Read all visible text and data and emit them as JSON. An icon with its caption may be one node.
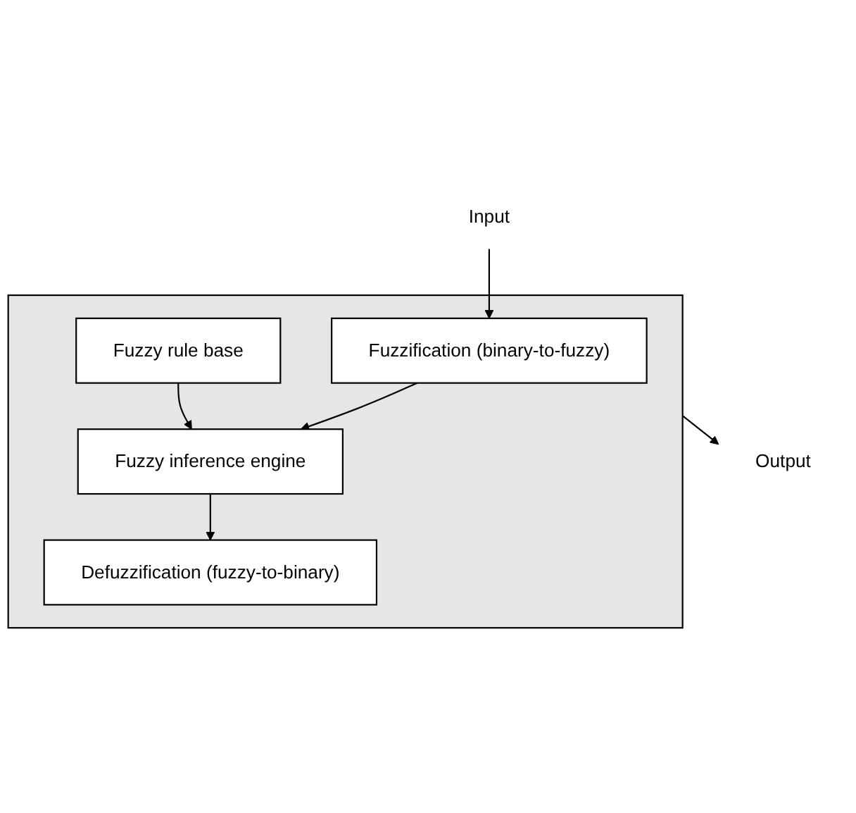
{
  "diagram": {
    "nodes": [
      {
        "text": [
          "Input"
        ]
      },
      {
        "text": [],
        "shape": "box"
      },
      {
        "text": [
          "Fuzzification (binary-to-fuzzy)"
        ],
        "in": 1
      },
      {
        "text": [
          "Fuzzy rule base"
        ],
        "in": 1
      },
      {
        "text": [
          "Fuzzy inference engine"
        ],
        "in": 1
      },
      {
        "text": [
          "Defuzzification (fuzzy-to-binary)"
        ],
        "in": 1
      },
      {
        "text": [
          "Output"
        ]
      }
    ],
    "edges": [
      {
        "from": 0,
        "to": 2,
        "arrow": "to"
      },
      {
        "from": 2,
        "to": 4,
        "arrow": "to"
      },
      {
        "from": 3,
        "to": 4,
        "arrow": "to"
      },
      {
        "from": 4,
        "to": 5,
        "arrow": "to"
      },
      {
        "from": 1,
        "to": 6,
        "arrow": "to"
      }
    ]
  }
}
